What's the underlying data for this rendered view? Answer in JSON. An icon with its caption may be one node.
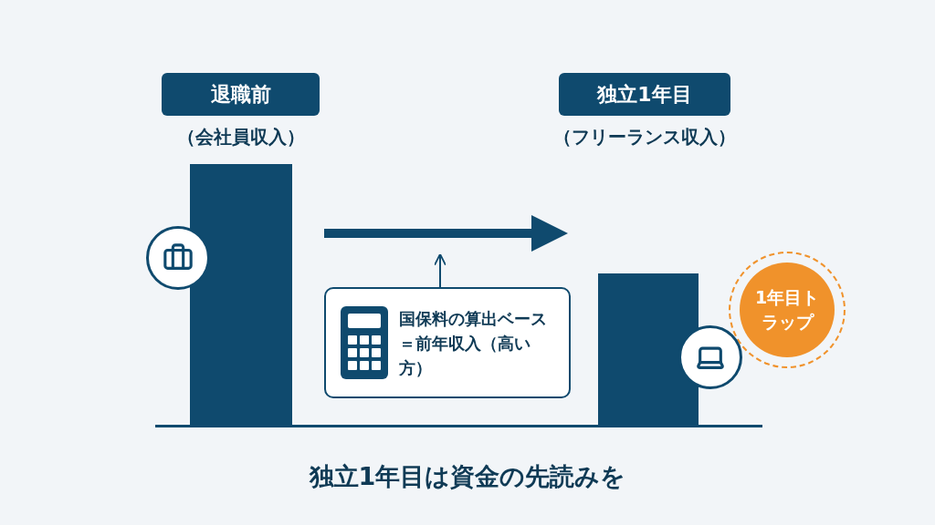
{
  "diagram": {
    "caption": "独立1年目は資金の先読みを",
    "nodes": [
      {
        "text": [
          "退職前"
        ],
        "beside": [
          "（会社員収入）"
        ]
      },
      {
        "text": [
          "独立1年目"
        ],
        "beside": [
          "（フリーランス収入）"
        ]
      },
      {
        "text": [],
        "shape": "bar"
      },
      {
        "text": [],
        "shape": "bar"
      },
      {
        "text": [
          "国保料の算出ベース＝前年収入（高い方）"
        ]
      },
      {
        "text": [
          "1年目トラップ"
        ]
      }
    ],
    "edges": [
      {
        "from": 2,
        "to": null,
        "arrow": "to",
        "style": "thick"
      },
      {
        "from": 4,
        "to": null,
        "arrow": "to"
      }
    ]
  }
}
